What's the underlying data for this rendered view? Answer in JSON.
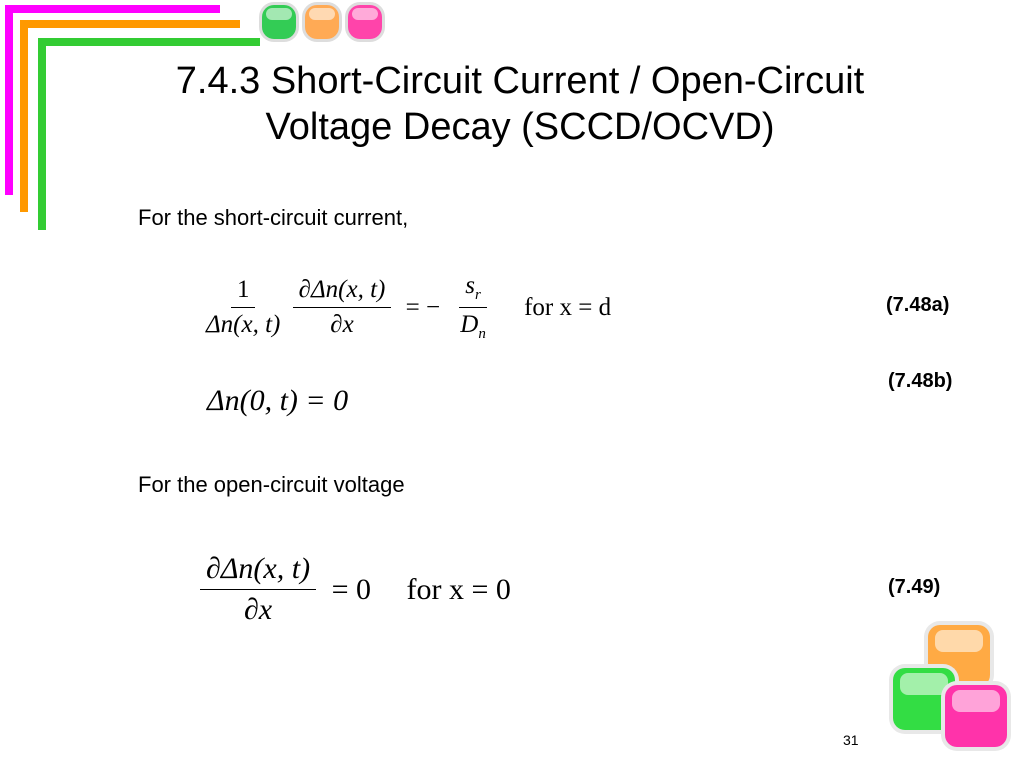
{
  "slide": {
    "title_line1": "7.4.3 Short-Circuit Current / Open-Circuit",
    "title_line2": "Voltage Decay (SCCD/OCVD)",
    "text_short_circuit": "For the short-circuit current,",
    "text_open_circuit": "For the open-circuit voltage",
    "page_number": "31"
  },
  "equations": {
    "eq_748a": {
      "label": "(7.48a)",
      "frac1_num": "1",
      "frac1_den": "Δn(x, t)",
      "frac2_num": "∂Δn(x, t)",
      "frac2_den": "∂x",
      "equals_minus": "= −",
      "frac3_num_base": "s",
      "frac3_num_sub": "r",
      "frac3_den_base": "D",
      "frac3_den_sub": "n",
      "condition": "for x = d"
    },
    "eq_748b": {
      "label": "(7.48b)",
      "expression": "Δn(0, t) = 0"
    },
    "eq_749": {
      "label": "(7.49)",
      "frac_num": "∂Δn(x, t)",
      "frac_den": "∂x",
      "rhs": "= 0",
      "condition": "for x = 0"
    }
  },
  "colors": {
    "magenta": "#ff00ff",
    "orange": "#ff9900",
    "green": "#33cc33",
    "cube_green": "#33dd33",
    "cube_orange": "#ffaa44",
    "cube_pink": "#ff3399"
  },
  "icons": {
    "top_cubes": [
      "green-cube-icon",
      "orange-cube-icon",
      "pink-cube-icon"
    ],
    "bottom_cubes": [
      "orange-cube-icon",
      "green-cube-icon",
      "pink-cube-icon"
    ]
  }
}
